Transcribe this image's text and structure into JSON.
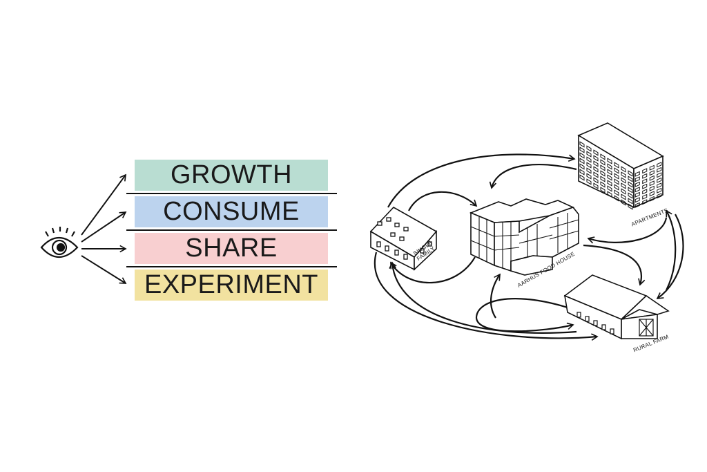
{
  "categories": [
    {
      "label": "GROWTH",
      "color": "#b9ddd2"
    },
    {
      "label": "CONSUME",
      "color": "#bcd3ee"
    },
    {
      "label": "SHARE",
      "color": "#f8cfd0"
    },
    {
      "label": "EXPERIMENT",
      "color": "#f2e2a0"
    }
  ],
  "buildings": {
    "single_family": {
      "line1": "SINGLE",
      "line2": "FAMILY"
    },
    "aarhus_food_house": "AARHUS FOOD HOUSE",
    "apartments": "APARTMENTS",
    "rural_farm": "RURAL FARM"
  },
  "icons": {
    "observer": "eye-icon",
    "arrows": "arrow-icon"
  },
  "line_color": "#111111"
}
